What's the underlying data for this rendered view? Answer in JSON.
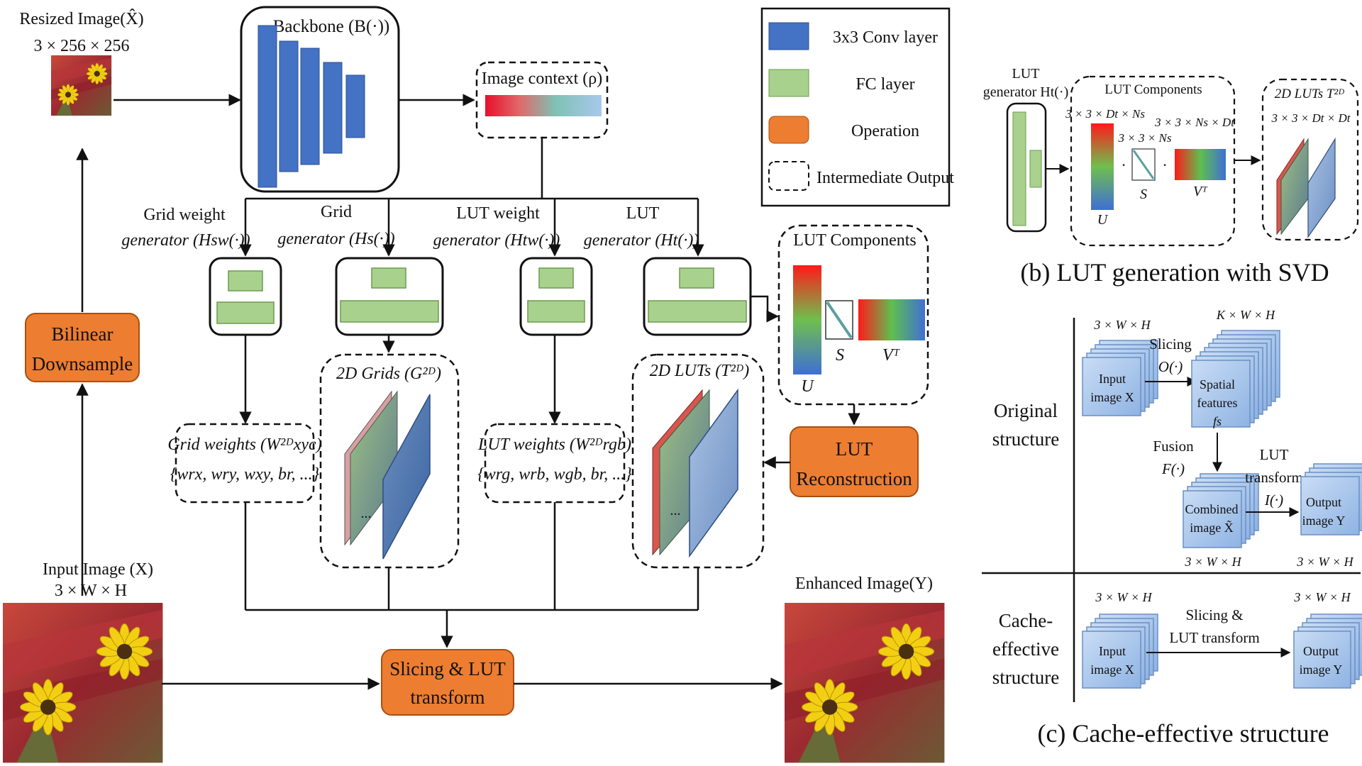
{
  "main": {
    "resized_image": {
      "title": "Resized Image(X̂)",
      "dims": "3 × 256 × 256"
    },
    "backbone": {
      "label": "Backbone (B(·))"
    },
    "image_context": {
      "label": "Image context (ρ)"
    },
    "bilinear": {
      "line1": "Bilinear",
      "line2": "Downsample"
    },
    "generators": {
      "grid_weight": {
        "line1": "Grid weight",
        "line2": "generator (Hsw(·))"
      },
      "grid": {
        "line1": "Grid",
        "line2": "generator (Hs(·))"
      },
      "lut_weight": {
        "line1": "LUT weight",
        "line2": "generator (Htw(·))"
      },
      "lut": {
        "line1": "LUT",
        "line2": "generator (Ht(·))"
      }
    },
    "lut_components": {
      "label": "LUT Components",
      "u": "U",
      "s": "S",
      "vt": "Vᵀ"
    },
    "grid_2d": {
      "label": "2D Grids (G²ᴰ)",
      "ellipsis": "..."
    },
    "luts_2d": {
      "label": "2D LUTs (T²ᴰ)",
      "ellipsis": "..."
    },
    "grid_weights": {
      "line1": "Grid weights (W²ᴰxyc)",
      "line2": "{wrx, wry, wxy, br, ...}"
    },
    "lut_weights": {
      "line1": "LUT weights (W²ᴰrgb)",
      "line2": "{wrg, wrb, wgb, br, ...}"
    },
    "lut_reconstruction": {
      "line1": "LUT",
      "line2": "Reconstruction"
    },
    "input_image": {
      "title": "Input Image (X)",
      "dims": "3 × W × H"
    },
    "slicing": {
      "line1": "Slicing & LUT",
      "line2": "transform"
    },
    "enhanced": {
      "title": "Enhanced Image(Y)"
    }
  },
  "legend": {
    "items": [
      {
        "label": "3x3 Conv layer",
        "color": "#4472c4"
      },
      {
        "label": "FC layer",
        "color": "#a9d18e"
      },
      {
        "label": "Operation",
        "color": "#ed7d31"
      },
      {
        "label": "Intermediate Output",
        "color": "#ffffff"
      }
    ]
  },
  "panel_b": {
    "caption": "(b) LUT generation with SVD",
    "generator": {
      "line1": "LUT",
      "line2": "generator Ht(·)"
    },
    "components": {
      "label": "LUT Components",
      "u_dims": "3 × 3 × Dt × Ns",
      "s_dims": "3 × 3 × Ns",
      "vt_dims": "3 × 3 × Ns × Dt",
      "u": "U",
      "s": "S",
      "vt": "Vᵀ",
      "dot": "·"
    },
    "luts": {
      "label": "2D LUTs T²ᴰ",
      "dims": "3 × 3 × Dt × Dt"
    }
  },
  "panel_c": {
    "caption": "(c) Cache-effective structure",
    "original": {
      "label_line1": "Original",
      "label_line2": "structure",
      "input_dims": "3 × W × H",
      "input_line1": "Input",
      "input_line2": "image X",
      "slicing_line1": "Slicing",
      "slicing_line2": "O(·)",
      "spatial_dims": "K × W × H",
      "spatial_line1": "Spatial",
      "spatial_line2": "features",
      "spatial_line3": "fs",
      "fusion_line1": "Fusion",
      "fusion_line2": "F(·)",
      "combined_line1": "Combined",
      "combined_line2": "image X̃",
      "combined_dims": "3 × W × H",
      "lut_line1": "LUT",
      "lut_line2": "transform",
      "lut_line3": "I(·)",
      "output_line1": "Output",
      "output_line2": "image Y",
      "output_dims": "3 × W × H"
    },
    "cache": {
      "label_line1": "Cache-",
      "label_line2": "effective",
      "label_line3": "structure",
      "input_dims": "3 × W × H",
      "input_line1": "Input",
      "input_line2": "image X",
      "op_line1": "Slicing &",
      "op_line2": "LUT transform",
      "output_dims": "3 × W × H",
      "output_line1": "Output",
      "output_line2": "image Y"
    }
  }
}
